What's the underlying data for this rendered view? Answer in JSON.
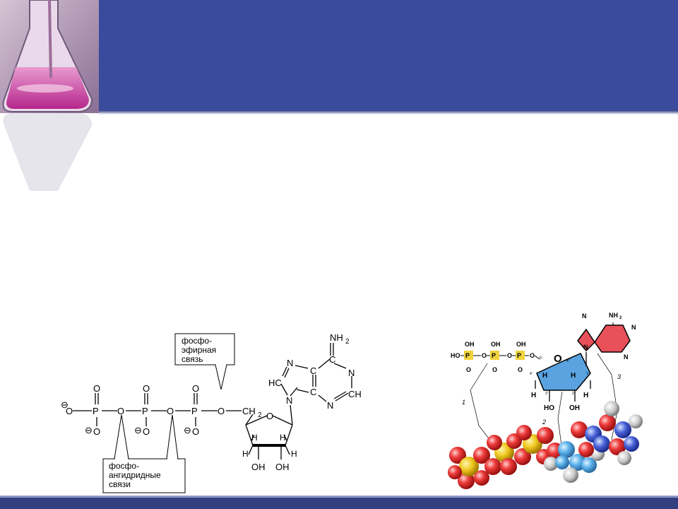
{
  "labels": {
    "phosphoester_1": "фосфо-",
    "phosphoester_2": "эфирная",
    "phosphoester_3": "связь",
    "anhydride_1": "фосфо-",
    "anhydride_2": "ангидридные",
    "anhydride_3": "связи"
  },
  "atoms": {
    "O": "O",
    "P": "P",
    "minus": "⊖",
    "CH2": "CH",
    "sub2": "2",
    "H": "H",
    "OH": "OH",
    "HO": "HO",
    "N": "N",
    "C": "C",
    "HC": "HC",
    "CH": "CH",
    "NH2": "NH",
    "H2": "2"
  },
  "model_labels": {
    "l1": "1",
    "l2": "2",
    "l3": "3",
    "c5": "5'",
    "c4": "4'",
    "c3": "3'",
    "c2": "2'",
    "c1": "1'",
    "c4b": "4''"
  },
  "colors": {
    "header": "#3a4a9c",
    "footer": "#33407f",
    "ribose": "#5aa3e0",
    "adenine": "#e8505a",
    "phosphate": "#f0d23c",
    "oxygen": "#e23a3a"
  }
}
